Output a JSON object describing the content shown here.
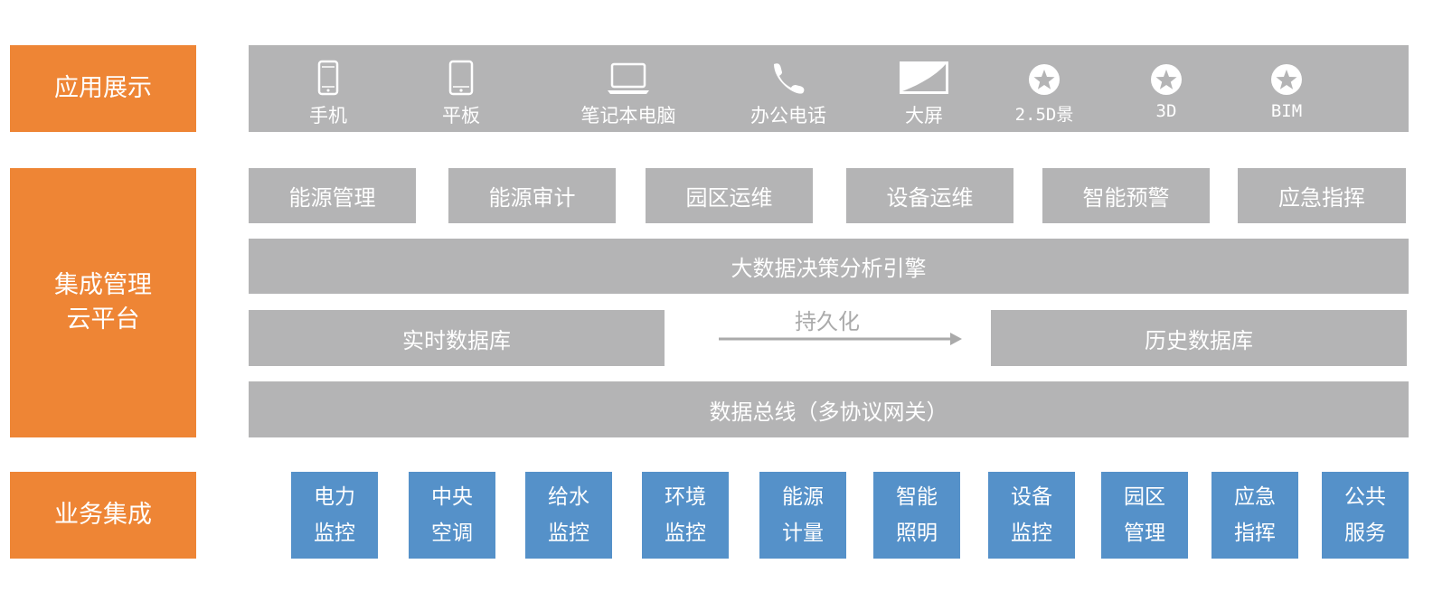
{
  "layers": {
    "app_display": {
      "label_lines": [
        "应用展示"
      ]
    },
    "integration_platform": {
      "label_lines": [
        "集成管理",
        "云平台"
      ]
    },
    "business_integration": {
      "label_lines": [
        "业务集成"
      ]
    }
  },
  "app_display": {
    "devices": [
      {
        "label": "手机",
        "icon": "phone-icon"
      },
      {
        "label": "平板",
        "icon": "tablet-icon"
      },
      {
        "label": "笔记本电脑",
        "icon": "laptop-icon"
      },
      {
        "label": "办公电话",
        "icon": "telephone-icon"
      },
      {
        "label": "大屏",
        "icon": "big-screen-icon"
      },
      {
        "label": "2.5D景",
        "icon": "star-icon"
      },
      {
        "label": "3D",
        "icon": "star-icon"
      },
      {
        "label": "BIM",
        "icon": "star-icon"
      }
    ]
  },
  "platform": {
    "modules": [
      "能源管理",
      "能源审计",
      "园区运维",
      "设备运维",
      "智能预警",
      "应急指挥"
    ],
    "analysis_engine": "大数据决策分析引擎",
    "realtime_db": "实时数据库",
    "persistence": "持久化",
    "history_db": "历史数据库",
    "data_bus": "数据总线（多协议网关）"
  },
  "business": {
    "items": [
      [
        "电力",
        "监控"
      ],
      [
        "中央",
        "空调"
      ],
      [
        "给水",
        "监控"
      ],
      [
        "环境",
        "监控"
      ],
      [
        "能源",
        "计量"
      ],
      [
        "智能",
        "照明"
      ],
      [
        "设备",
        "监控"
      ],
      [
        "园区",
        "管理"
      ],
      [
        "应急",
        "指挥"
      ],
      [
        "公共",
        "服务"
      ]
    ]
  },
  "colors": {
    "orange": "#ee8535",
    "gray": "#b4b4b5",
    "blue": "#5591c9",
    "arrow": "#aaaaaa"
  }
}
